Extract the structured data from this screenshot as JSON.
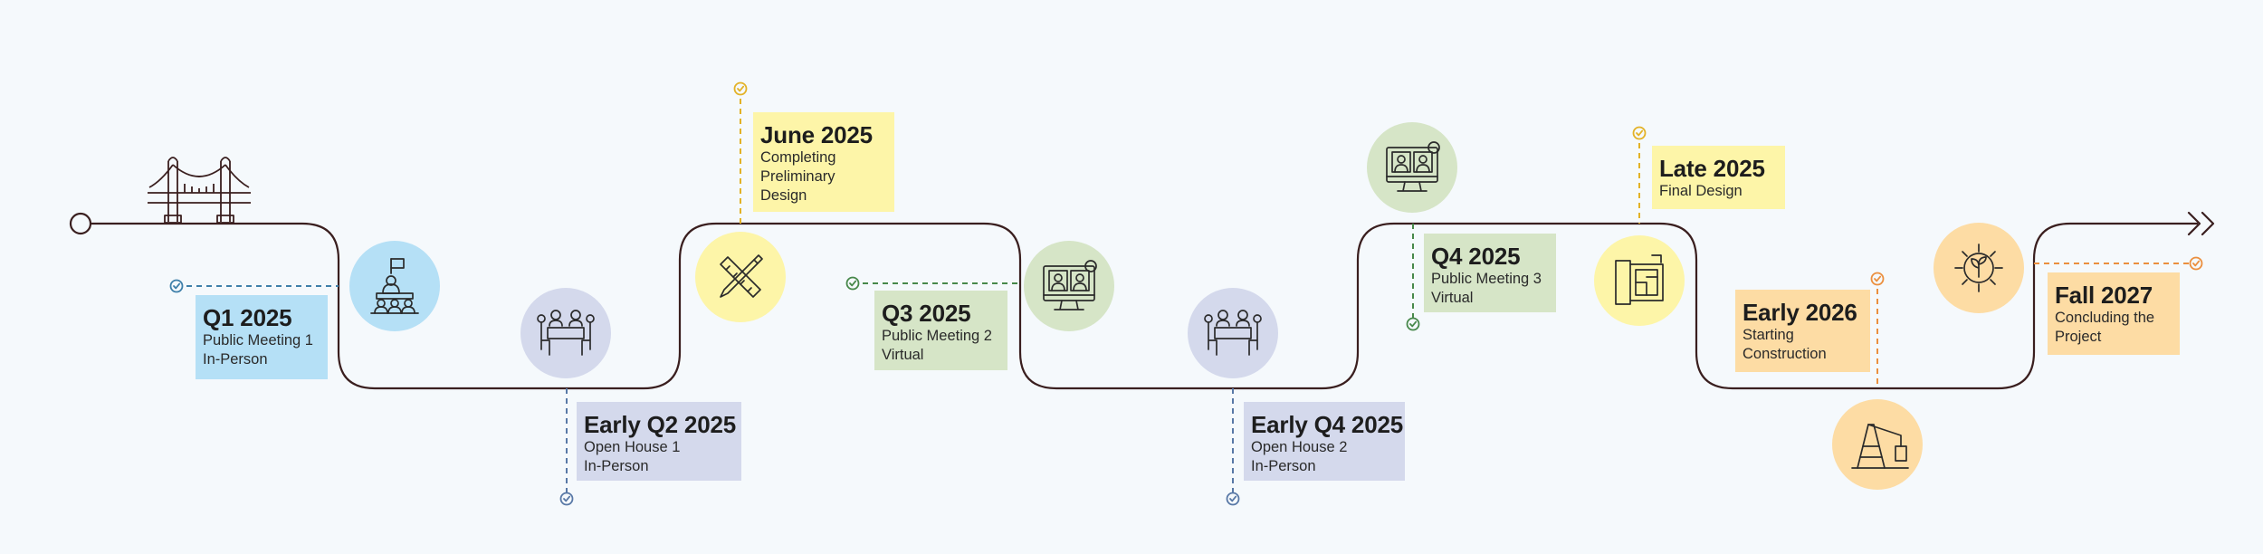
{
  "colors": {
    "path": "#3a1f1f",
    "blue": "#b5e0f6",
    "lavender": "#d4d9ec",
    "yellow": "#fdf5a8",
    "green": "#d6e5c7",
    "orange": "#fddca4",
    "blue_line": "#3e7fa9",
    "lavender_line": "#5878a6",
    "yellow_line": "#e3b227",
    "green_line": "#47884a",
    "orange_line": "#eb8f3e"
  },
  "milestones": [
    {
      "id": "q1-2025",
      "title": "Q1 2025",
      "lines": [
        "Public Meeting 1",
        "In-Person"
      ],
      "theme": "blue",
      "icon": "presentation-meeting-icon"
    },
    {
      "id": "early-q2-2025",
      "title": "Early Q2 2025",
      "lines": [
        "Open House 1",
        "In-Person"
      ],
      "theme": "lavender",
      "icon": "table-discussion-icon"
    },
    {
      "id": "june-2025",
      "title": "June 2025",
      "lines": [
        "Completing",
        "Preliminary",
        "Design"
      ],
      "theme": "yellow",
      "icon": "ruler-pencil-icon"
    },
    {
      "id": "q3-2025",
      "title": "Q3 2025",
      "lines": [
        "Public Meeting 2",
        "Virtual"
      ],
      "theme": "green",
      "icon": "virtual-meeting-monitor-icon"
    },
    {
      "id": "early-q4-2025",
      "title": "Early Q4 2025",
      "lines": [
        "Open House 2",
        "In-Person"
      ],
      "theme": "lavender",
      "icon": "table-discussion-icon"
    },
    {
      "id": "q4-2025",
      "title": "Q4 2025",
      "lines": [
        "Public Meeting 3",
        "Virtual"
      ],
      "theme": "green",
      "icon": "virtual-meeting-monitor-icon"
    },
    {
      "id": "late-2025",
      "title": "Late 2025",
      "lines": [
        "Final Design"
      ],
      "theme": "yellow",
      "icon": "blueprint-plans-icon"
    },
    {
      "id": "early-2026",
      "title": "Early 2026",
      "lines": [
        "Starting",
        "Construction"
      ],
      "theme": "orange",
      "icon": "pile-driver-icon"
    },
    {
      "id": "fall-2027",
      "title": "Fall 2027",
      "lines": [
        "Concluding the",
        "Project"
      ],
      "theme": "orange",
      "icon": "gear-sprout-icon"
    }
  ]
}
